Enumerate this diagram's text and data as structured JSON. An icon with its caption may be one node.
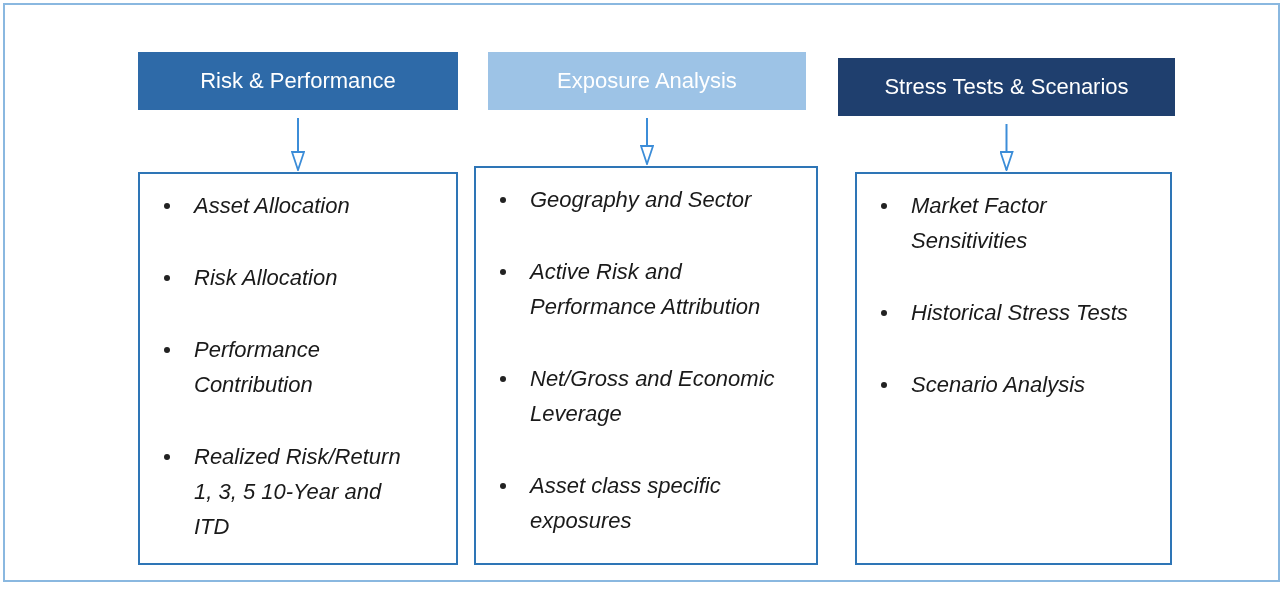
{
  "diagram": {
    "nodes": [
      {
        "text": [
          "Risk & Performance"
        ]
      },
      {
        "text": [
          "Exposure Analysis"
        ]
      },
      {
        "text": [
          "Stress Tests & Scenarios"
        ]
      },
      {
        "text": [
          "Asset Allocation",
          "Risk Allocation",
          "Performance Contribution",
          "Realized Risk/Return 1, 3, 5 10-Year and ITD"
        ]
      },
      {
        "text": [
          "Geography and Sector",
          "Active Risk and Performance Attribution",
          "Net/Gross and Economic Leverage",
          "Asset class specific exposures"
        ]
      },
      {
        "text": [
          "Market Factor Sensitivities",
          "Historical Stress Tests",
          "Scenario Analysis"
        ]
      }
    ],
    "edges": [
      {
        "from": 0,
        "to": 3,
        "arrow": "to"
      },
      {
        "from": 1,
        "to": 4,
        "arrow": "to"
      },
      {
        "from": 2,
        "to": 5,
        "arrow": "to"
      }
    ]
  }
}
